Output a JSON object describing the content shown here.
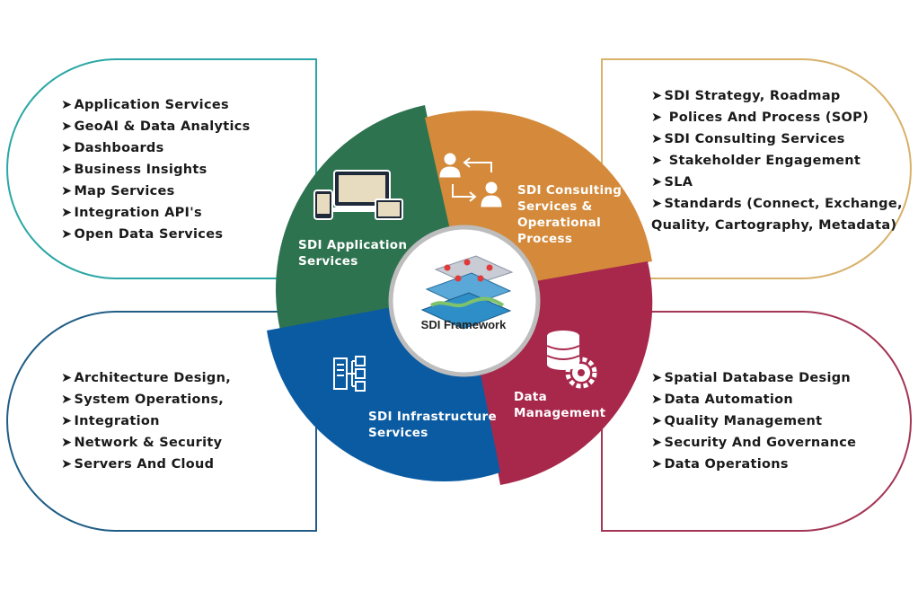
{
  "colors": {
    "teal_outline": "#2aa7a5",
    "gold_outline": "#d8b16a",
    "blue_outline": "#1f5d86",
    "maroon_outline": "#a33555",
    "green_segment": "#2e7350",
    "orange_segment": "#d48a3a",
    "crimson_segment": "#a8284c",
    "blue_segment": "#0a5ba2"
  },
  "center": {
    "label": "SDI Framework"
  },
  "segments": {
    "application": {
      "label_line1": "SDI Application",
      "label_line2": "Services",
      "icon": "devices-icon"
    },
    "consulting": {
      "label_line1": "SDI Consulting",
      "label_line2": "Services &",
      "label_line3": "Operational",
      "label_line4": "Process",
      "icon": "people-exchange-icon"
    },
    "infrastructure": {
      "label_line1": "SDI Infrastructure",
      "label_line2": "Services",
      "icon": "server-network-icon"
    },
    "data": {
      "label_line1": "Data",
      "label_line2": "Management",
      "icon": "database-gear-icon"
    }
  },
  "panels": {
    "top_left": {
      "items": [
        "Application Services",
        "GeoAI & Data Analytics",
        "Dashboards",
        "Business Insights",
        "Map Services",
        "Integration API's",
        "Open Data Services"
      ]
    },
    "top_right": {
      "items": [
        "SDI Strategy, Roadmap",
        " Polices And Process (SOP)",
        "SDI Consulting Services",
        " Stakeholder Engagement",
        "SLA",
        "Standards (Connect, Exchange,"
      ],
      "continuation": "Quality, Cartography, Metadata)"
    },
    "bottom_left": {
      "items": [
        "Architecture Design,",
        "System Operations,",
        "Integration",
        "Network & Security",
        "Servers And Cloud"
      ]
    },
    "bottom_right": {
      "items": [
        "Spatial Database Design",
        "Data Automation",
        "Quality Management",
        "Security And Governance",
        "Data Operations"
      ]
    }
  }
}
